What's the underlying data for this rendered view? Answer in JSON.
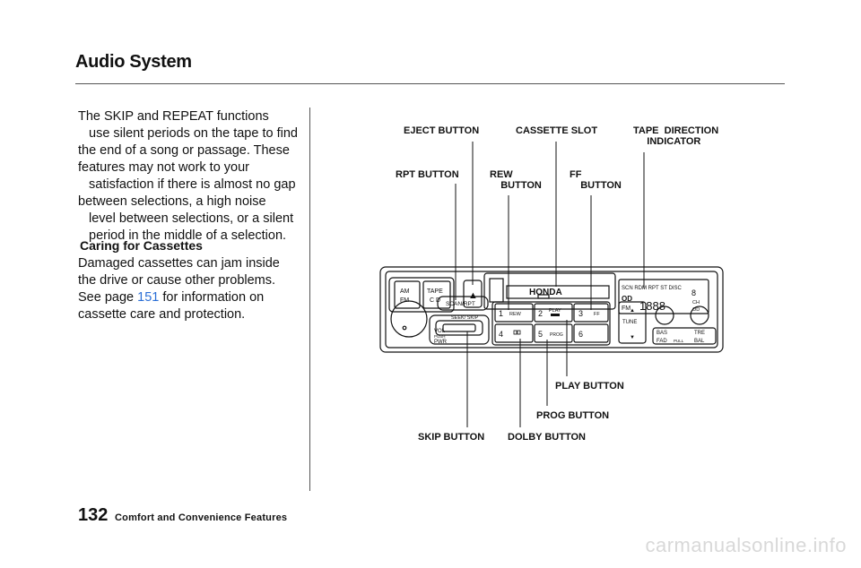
{
  "header": {
    "title": "Audio System"
  },
  "body": {
    "para1_lines": [
      "The SKIP and REPEAT functions",
      "use silent periods on the tape to find",
      "the end of a song or passage. These",
      "features may not work to your",
      "satisfaction if there is almost no gap",
      "between selections, a high noise",
      "level between selections, or a silent",
      "period in the middle of a selection."
    ],
    "subheading": "Caring for Cassettes",
    "para2_line1": "Damaged cassettes can jam inside",
    "para2_line2": "the drive or cause other problems.",
    "para2_line3_a": "See page ",
    "para2_line3_link": "151",
    "para2_line3_b": " for information on",
    "para2_line4": "cassette care and protection."
  },
  "callouts": {
    "eject": "EJECT BUTTON",
    "cassette_slot": "CASSETTE SLOT",
    "tape_direction": "TAPE  DIRECTION\n     INDICATOR",
    "rpt": "RPT BUTTON",
    "rew": "REW\n    BUTTON",
    "ff": "FF\n    BUTTON",
    "play": "PLAY BUTTON",
    "prog": "PROG BUTTON",
    "skip": "SKIP BUTTON",
    "dolby": "DOLBY BUTTON"
  },
  "radio": {
    "brand": "HONDA",
    "am": "AM",
    "fm": "FM",
    "tape": "TAPE",
    "cd": "C D",
    "eject_symbol": "▲",
    "scan_rpt": "SCAN/RPT",
    "seek_skip": "SEEK/ SKIP",
    "vol": "VOL",
    "push": "PUSH",
    "pwr": "PWR",
    "p1": "1",
    "rew": "REW",
    "p2": "2",
    "play": "PLAY",
    "p3": "3",
    "ff": "FF",
    "p4": "4",
    "p5": "5",
    "prog": "PROG",
    "p6": "6",
    "tune": "TUNE",
    "tune_up": "▲",
    "tune_down": "▼",
    "bas": "BAS",
    "tre": "TRE",
    "fad": "FAD",
    "pull": "PULL",
    "bal": "BAL",
    "display_top": "SCN RDM RPT ST DISC",
    "display_od": "OD",
    "display_fm": "FM",
    "display_digits": "1888",
    "display_disc_digit": "8",
    "display_ch": "CH",
    "display_od2": "OD"
  },
  "footer": {
    "page_number": "132",
    "section": "Comfort and Convenience Features"
  },
  "watermark": "carmanualsonline.info"
}
